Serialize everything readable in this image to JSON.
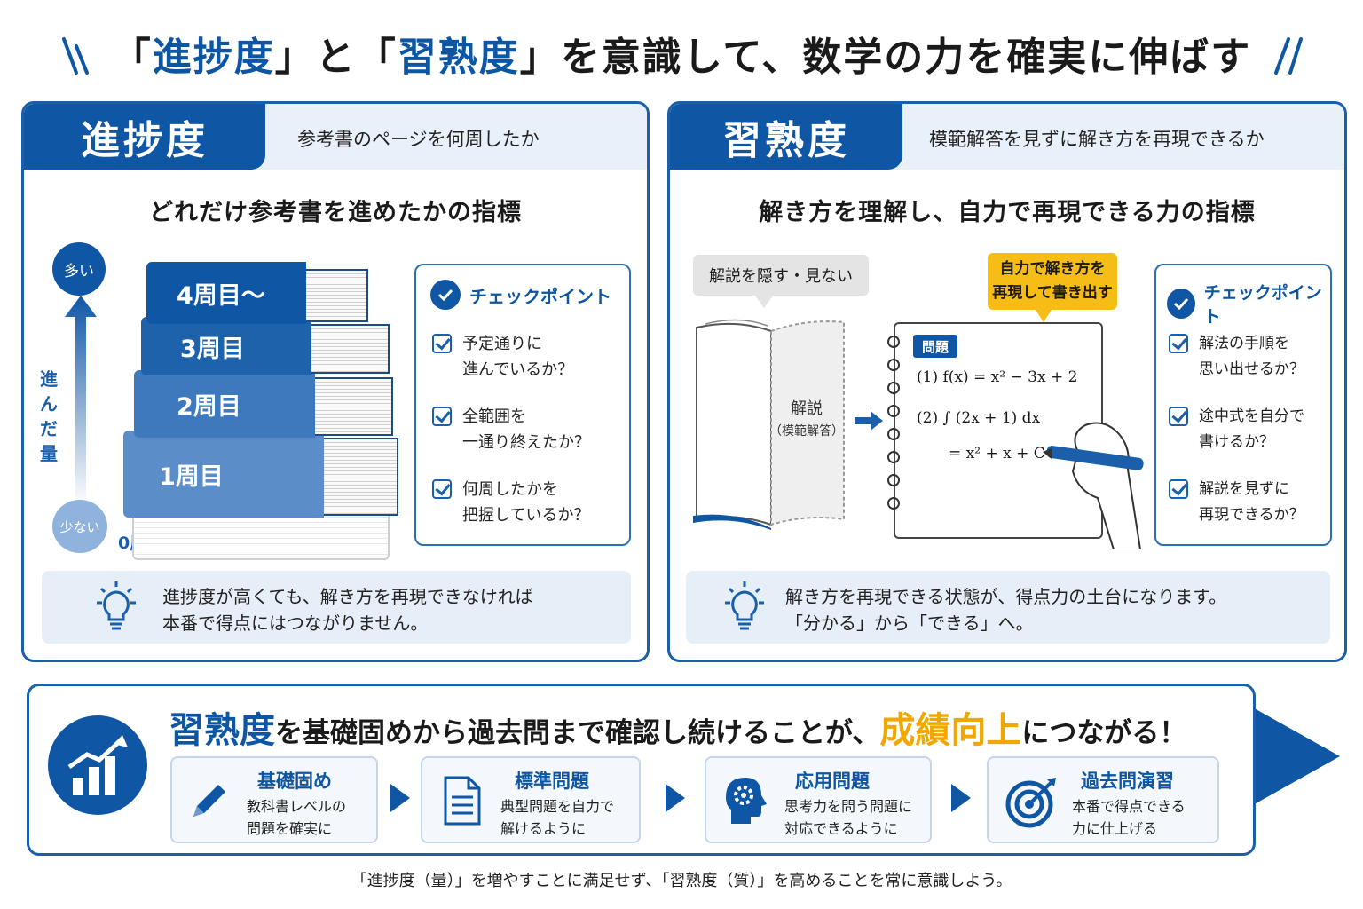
{
  "title": {
    "open1": "「",
    "word1": "進捗度",
    "close1": "」",
    "and": "と",
    "open2": "「",
    "word2": "習熟度",
    "close2": "」",
    "rest": "を意識して、数学の力を確実に伸ばす"
  },
  "left_panel": {
    "tab": "進捗度",
    "subtitle": "参考書のページを何周したか",
    "heading": "どれだけ参考書を進めたかの指標",
    "axis": {
      "top": "多い",
      "label": "進んだ量",
      "bottom": "少ない",
      "zero": "0周"
    },
    "books": [
      "4周目～",
      "3周目",
      "2周目",
      "1周目"
    ],
    "checkpoint": {
      "title": "チェックポイント",
      "items": [
        {
          "line1": "予定通りに",
          "line2": "進んでいるか？"
        },
        {
          "line1": "全範囲を",
          "line2": "一通り終えたか？"
        },
        {
          "line1": "何周したかを",
          "line2": "把握しているか？"
        }
      ]
    },
    "tip": {
      "line1": "進捗度が高くても、解き方を再現できなければ",
      "line2": "本番で得点にはつながりません。"
    }
  },
  "right_panel": {
    "tab": "習熟度",
    "subtitle": "模範解答を見ずに解き方を再現できるか",
    "heading": "解き方を理解し、自力で再現できる力の指標",
    "hide_bubble": "解説を隠す・見ない",
    "write_bubble": {
      "line1": "自力で解き方を",
      "line2": "再現して書き出す"
    },
    "book_label": {
      "line1": "解説",
      "line2": "（模範解答）"
    },
    "notebook": {
      "label": "問題",
      "q1": "(1)  f(x) = x² − 3x + 2",
      "q2": "(2)  ∫ (2x + 1) dx",
      "a2": "= x² + x + C"
    },
    "checkpoint": {
      "title": "チェックポイント",
      "items": [
        {
          "line1": "解法の手順を",
          "line2": "思い出せるか？"
        },
        {
          "line1": "途中式を自分で",
          "line2": "書けるか？"
        },
        {
          "line1": "解説を見ずに",
          "line2": "再現できるか？"
        }
      ]
    },
    "tip": {
      "line1": "解き方を再現できる状態が、得点力の土台になります。",
      "line2": "「分かる」から「できる」へ。"
    }
  },
  "bottom": {
    "headline": {
      "part1": "習熟度",
      "part2": "を基礎固めから過去問まで確認し続けることが、",
      "part3": "成績向上",
      "part4": "につながる！"
    },
    "steps": [
      {
        "title": "基礎固め",
        "line1": "教科書レベルの",
        "line2": "問題を確実に",
        "icon": "pencil-icon"
      },
      {
        "title": "標準問題",
        "line1": "典型問題を自力で",
        "line2": "解けるように",
        "icon": "document-icon"
      },
      {
        "title": "応用問題",
        "line1": "思考力を問う問題に",
        "line2": "対応できるように",
        "icon": "brain-gear-icon"
      },
      {
        "title": "過去問演習",
        "line1": "本番で得点できる",
        "line2": "力に仕上げる",
        "icon": "target-icon"
      }
    ],
    "footer": "「進捗度（量）」を増やすことに満足せず、「習熟度（質）」を高めることを常に意識しよう。"
  },
  "colors": {
    "primary": "#0f56a5",
    "accent": "#f0a800",
    "light": "#e8f0f9"
  }
}
